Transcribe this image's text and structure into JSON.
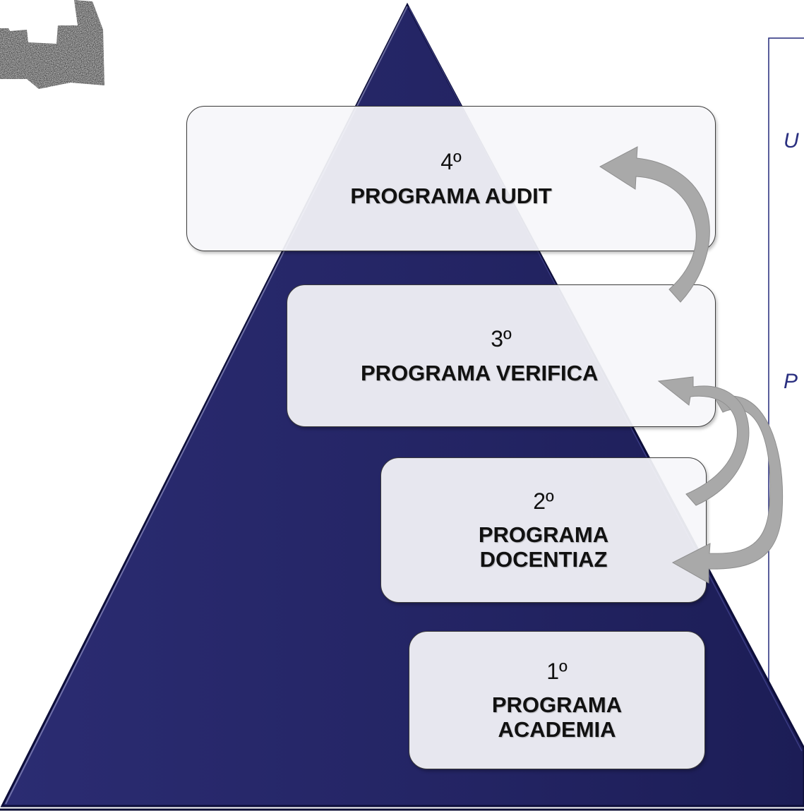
{
  "colors": {
    "pyramid_fill": "#232463",
    "pyramid_edge": "#0d0e3a",
    "box_fill": "#f6f6fa",
    "box_border": "#3a3a3a",
    "arrow": "#a9a9a9",
    "side_panel_border": "#23287a",
    "side_text": "#2a2f80"
  },
  "levels": [
    {
      "number": "1º",
      "name_lines": [
        "PROGRAMA",
        "ACADEMIA"
      ]
    },
    {
      "number": "2º",
      "name_lines": [
        "PROGRAMA",
        "DOCENTIAZ"
      ]
    },
    {
      "number": "3º",
      "name_lines": [
        "PROGRAMA VERIFICA"
      ]
    },
    {
      "number": "4º",
      "name_lines": [
        "PROGRAMA AUDIT"
      ]
    }
  ],
  "side_panel": {
    "fragments": [
      "U",
      "P"
    ]
  },
  "icons": {
    "castle_logo": "castle-logo",
    "arrows": "curved-arrow"
  }
}
